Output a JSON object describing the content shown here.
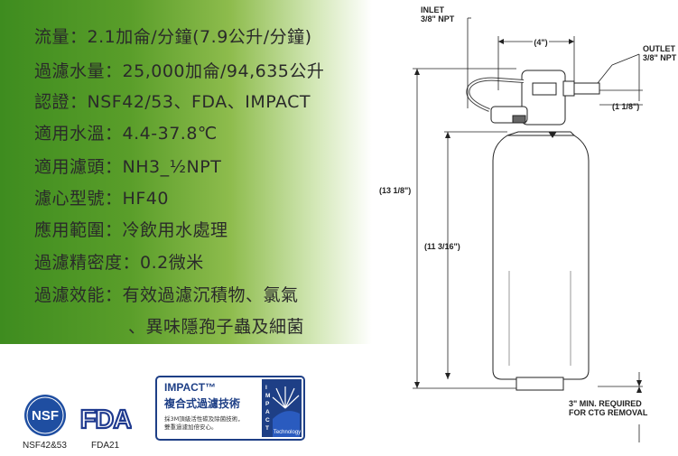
{
  "specs": [
    {
      "label": "流量",
      "sep": "：",
      "value": "2.1加侖/分鐘(7.9公升/分鐘)"
    },
    {
      "label": "過濾水量",
      "sep": "：",
      "value": "25,000加侖/94,635公升"
    },
    {
      "label": "認證",
      "sep": "：",
      "value": "NSF42/53、FDA、IMPACT"
    },
    {
      "label": "適用水溫",
      "sep": "：",
      "value": "4.4-37.8℃"
    },
    {
      "label": "適用濾頭",
      "sep": "：",
      "value": "NH3_½NPT"
    },
    {
      "label": "濾心型號",
      "sep": "：",
      "value": "HF40"
    },
    {
      "label": "應用範圍",
      "sep": "：",
      "value": "冷飲用水處理"
    },
    {
      "label": "過濾精密度",
      "sep": "：",
      "value": "0.2微米"
    },
    {
      "label": "過濾效能",
      "sep": "：",
      "value": "有效過濾沉積物、氯氣"
    }
  ],
  "spec_continuation": "、異味隱孢子蟲及細菌",
  "badges": {
    "nsf_logo": "NSF",
    "nsf_caption": "NSF42&53",
    "fda_logo": "FDA",
    "fda_caption": "FDA21",
    "impact_title": "IMPACT™",
    "impact_subtitle": "複合式過濾技術",
    "impact_note_1": "採3M頂級活性碳及除菌技術，",
    "impact_note_2": "雙重過濾加倍安心。",
    "impact_box_letters": [
      "I",
      "M",
      "P",
      "A",
      "C",
      "T"
    ],
    "impact_box_word": "Technology"
  },
  "diagram": {
    "inlet_line1": "INLET",
    "inlet_line2": "3/8\" NPT",
    "outlet_line1": "OUTLET",
    "outlet_line2": "3/8\" NPT",
    "width_dim": "(4\")",
    "offset_dim": "(1 1/8\")",
    "total_height_dim": "(13 1/8\")",
    "body_height_dim": "(11 3/16\")",
    "removal_line1": "3\" MIN. REQUIRED",
    "removal_line2": "FOR CTG REMOVAL"
  },
  "colors": {
    "green_dark": "#3e8c1f",
    "impact_blue": "#1e3f86",
    "nsf_blue": "#1f4ea1",
    "fda_blue": "#1f3a8f"
  }
}
